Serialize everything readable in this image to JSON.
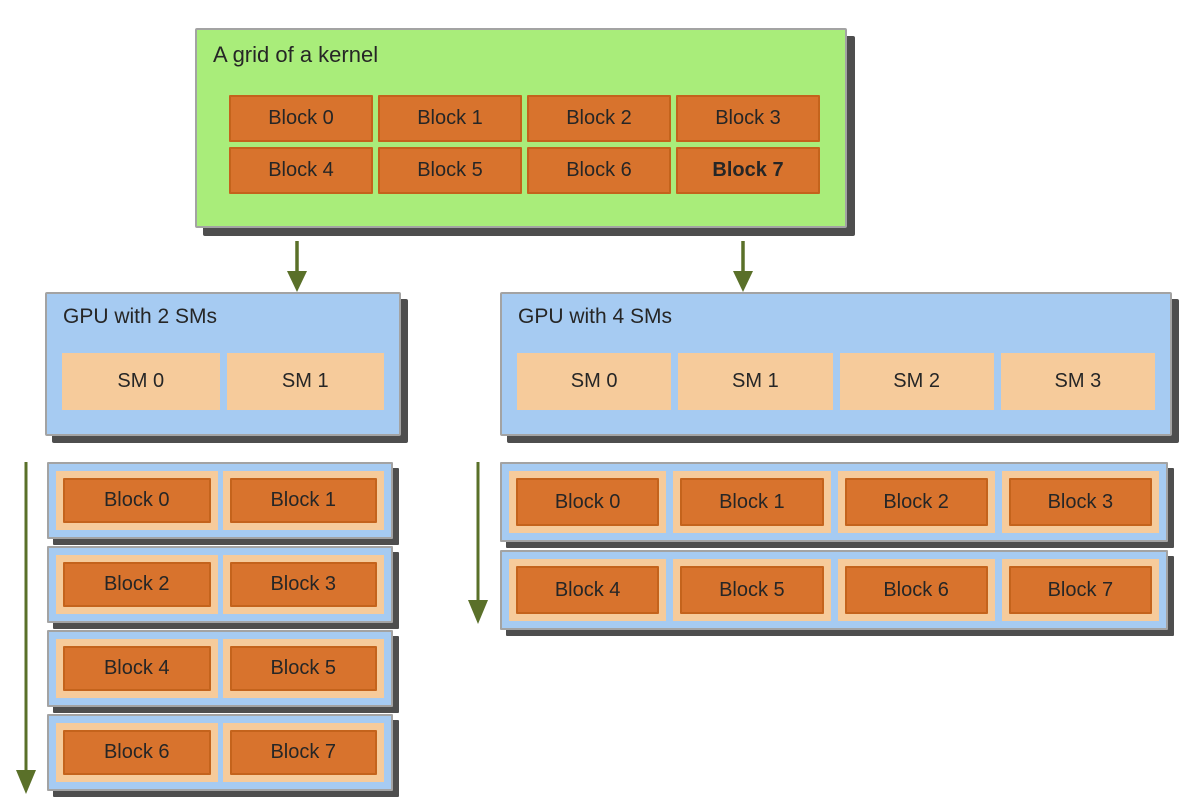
{
  "colors": {
    "green": "#a9ed7a",
    "orange": "#d8732d",
    "orange_border": "#c4631c",
    "blue": "#a6cbf2",
    "tan": "#f6cb9b",
    "shadow": "#4e4e4e",
    "arrow": "#5a7029",
    "text": "#262626",
    "box_border": "#a3a3a3",
    "background": "#ffffff"
  },
  "icons": {
    "down_arrow": "↓"
  },
  "kernel_grid": {
    "title": "A grid of a kernel",
    "blocks": [
      "Block 0",
      "Block 1",
      "Block 2",
      "Block 3",
      "Block 4",
      "Block 5",
      "Block 6",
      "Block 7"
    ],
    "bold_block_index": 7
  },
  "gpu2": {
    "title": "GPU with 2 SMs",
    "sms": [
      "SM 0",
      "SM 1"
    ],
    "rows": [
      [
        "Block 0",
        "Block 1"
      ],
      [
        "Block 2",
        "Block 3"
      ],
      [
        "Block 4",
        "Block 5"
      ],
      [
        "Block 6",
        "Block 7"
      ]
    ]
  },
  "gpu4": {
    "title": "GPU with 4 SMs",
    "sms": [
      "SM 0",
      "SM 1",
      "SM 2",
      "SM 3"
    ],
    "rows": [
      [
        "Block 0",
        "Block 1",
        "Block 2",
        "Block 3"
      ],
      [
        "Block 4",
        "Block 5",
        "Block 6",
        "Block 7"
      ]
    ]
  }
}
